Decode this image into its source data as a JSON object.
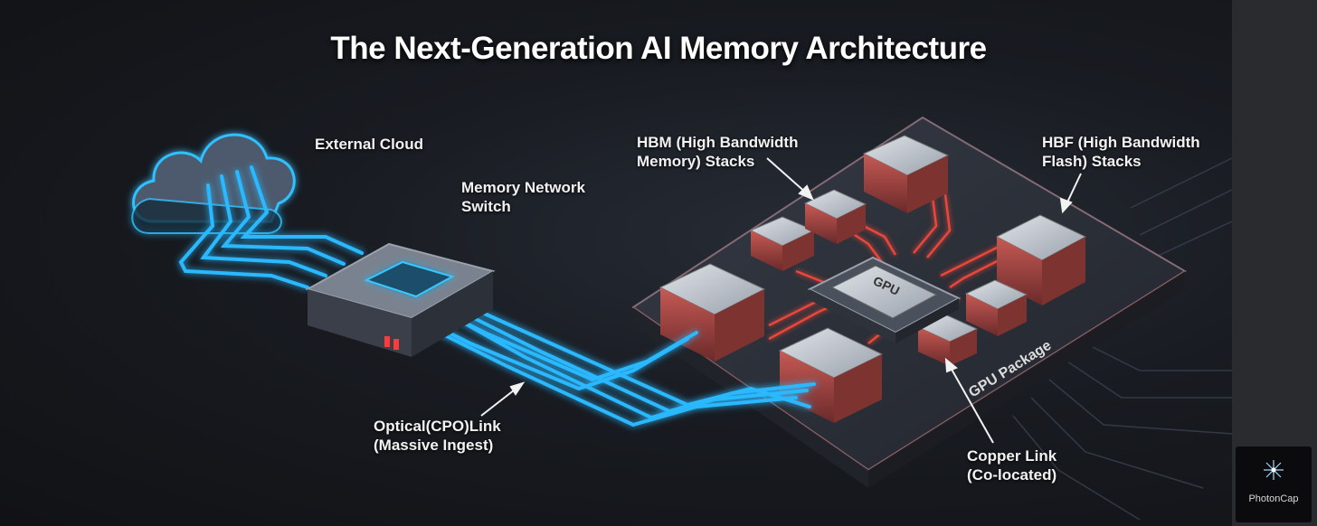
{
  "title": "The Next-Generation AI Memory Architecture",
  "labels": {
    "external_cloud": "External Cloud",
    "memory_switch": [
      "Memory Network",
      "Switch"
    ],
    "hbm": [
      "HBM (High Bandwidth",
      "Memory) Stacks"
    ],
    "hbf": [
      "HBF (High Bandwidth",
      "Flash) Stacks"
    ],
    "optical": [
      "Optical(CPO)Link",
      "(Massive Ingest)"
    ],
    "copper": [
      "Copper Link",
      "(Co-located)"
    ],
    "gpu_chip": "GPU",
    "gpu_package": "GPU Package"
  },
  "logo": {
    "text": "PhotonCap",
    "icon": "sparkle-icon"
  },
  "colors": {
    "optical_glow": "#29b8ff",
    "copper_glow": "#ff4a3a",
    "board": "#2b2f38",
    "chip": "#b9bec7",
    "text": "#f2f2f2"
  }
}
